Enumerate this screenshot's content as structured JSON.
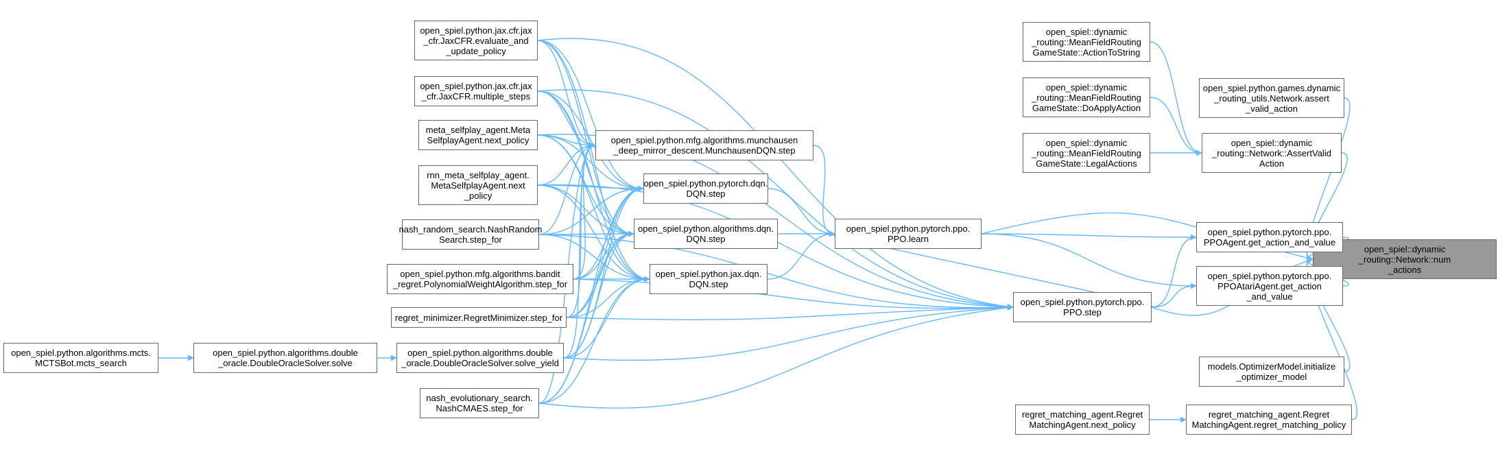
{
  "graph": {
    "nodes": {
      "n0": "open_spiel::dynamic\n_routing::Network::num\n_actions",
      "n1": "open_spiel.python.games.dynamic\n_routing_utils.Network.assert\n_valid_action",
      "n2": "open_spiel::dynamic\n_routing::Network::AssertValid\nAction",
      "n3": "open_spiel::dynamic\n_routing::MeanFieldRouting\nGameState::ActionToString",
      "n4": "open_spiel::dynamic\n_routing::MeanFieldRouting\nGameState::DoApplyAction",
      "n5": "open_spiel::dynamic\n_routing::MeanFieldRouting\nGameState::LegalActions",
      "n6": "open_spiel.python.pytorch.ppo.\nPPOAgent.get_action_and_value",
      "n7": "open_spiel.python.pytorch.ppo.\nPPOAtariAgent.get_action\n_and_value",
      "n8": "models.OptimizerModel.initialize\n_optimizer_model",
      "n9": "regret_matching_agent.Regret\nMatchingAgent.regret_matching_policy",
      "n10": "regret_matching_agent.Regret\nMatchingAgent.next_policy",
      "n11": "open_spiel.python.pytorch.ppo.\nPPO.learn",
      "n12": "open_spiel.python.pytorch.ppo.\nPPO.step",
      "n13": "open_spiel.python.mfg.algorithms.munchausen\n_deep_mirror_descent.MunchausenDQN.step",
      "n14": "open_spiel.python.pytorch.dqn.\nDQN.step",
      "n15": "open_spiel.python.algorithms.dqn.\nDQN.step",
      "n16": "open_spiel.python.jax.dqn.\nDQN.step",
      "n17": "open_spiel.python.jax.cfr.jax\n_cfr.JaxCFR.evaluate_and\n_update_policy",
      "n18": "open_spiel.python.jax.cfr.jax\n_cfr.JaxCFR.multiple_steps",
      "n19": "meta_selfplay_agent.Meta\nSelfplayAgent.next_policy",
      "n20": "rnn_meta_selfplay_agent.\nMetaSelfplayAgent.next\n_policy",
      "n21": "nash_random_search.NashRandom\nSearch.step_for",
      "n22": "open_spiel.python.mfg.algorithms.bandit\n_regret.PolynomialWeightAlgorithm.step_for",
      "n23": "regret_minimizer.RegretMinimizer.step_for",
      "n24": "open_spiel.python.algorithms.double\n_oracle.DoubleOracleSolver.solve_yield",
      "n25": "nash_evolutionary_search.\nNashCMAES.step_for",
      "n26": "open_spiel.python.algorithms.double\n_oracle.DoubleOracleSolver.solve",
      "n27": "open_spiel.python.algorithms.mcts.\nMCTSBot.mcts_search"
    }
  }
}
